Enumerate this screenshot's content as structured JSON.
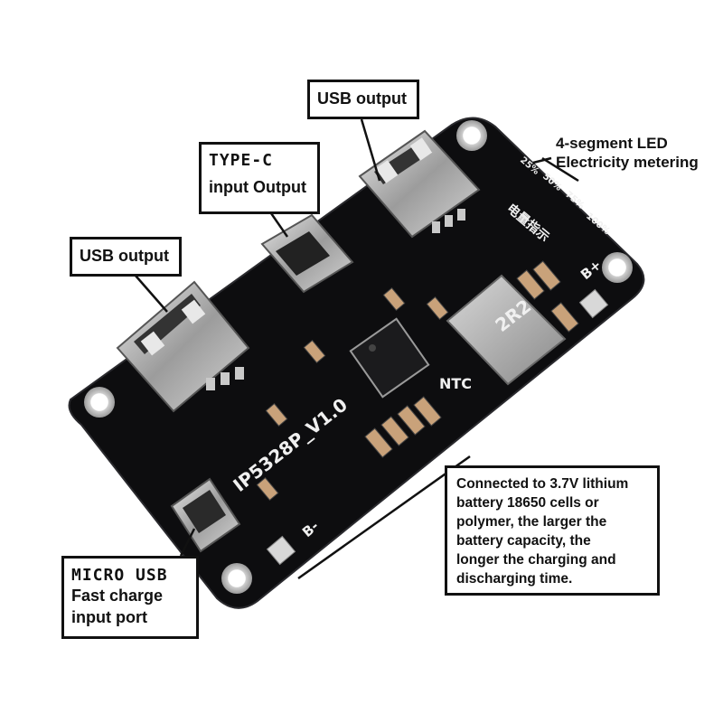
{
  "labels": {
    "usb_output_top": "USB output",
    "type_c_line1": "TYPE-C",
    "type_c_line2": "input Output",
    "usb_output_left": "USB output",
    "led_line1": "4-segment LED",
    "led_line2": "Electricity metering",
    "battery_line1": "Connected to 3.7V lithium",
    "battery_line2": "battery 18650 cells or",
    "battery_line3": "polymer, the larger the",
    "battery_line4": "battery capacity, the",
    "battery_line5": "longer the charging and",
    "battery_line6": "discharging time.",
    "micro_line1": "MICRO USB",
    "micro_line2": "Fast charge",
    "micro_line3": "input port"
  },
  "board": {
    "model": "IP5328P_V1.0",
    "ntc": "NTC",
    "b_plus": "B+",
    "b_minus": "B-",
    "inductor": "2R2",
    "led_pcts": [
      "25%",
      "50%",
      "75%",
      "100%"
    ],
    "chinese_silk": "电量指示"
  },
  "colors": {
    "pcb": "#0d0d0f",
    "callout_border": "#111111",
    "connector_metal": "#b8b8b8"
  }
}
